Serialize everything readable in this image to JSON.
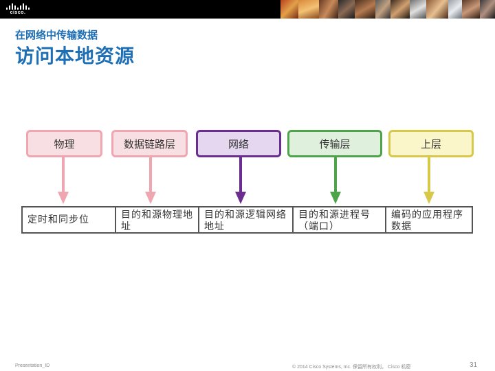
{
  "header": {
    "logo_text": "cisco.",
    "subtitle": "在网络中传输数据",
    "title": "访问本地资源"
  },
  "layers": [
    {
      "label": "物理",
      "fill": "#f8dfe3",
      "border": "#f0a6b0",
      "arrow": "#f0a6b0"
    },
    {
      "label": "数据链路层",
      "fill": "#f8dfe3",
      "border": "#f0a6b0",
      "arrow": "#f0a6b0"
    },
    {
      "label": "网络",
      "fill": "#e4d7ef",
      "border": "#6b2d8f",
      "arrow": "#6b2d8f"
    },
    {
      "label": "传输层",
      "fill": "#dff0dd",
      "border": "#4fa34a",
      "arrow": "#4fa34a"
    },
    {
      "label": "上层",
      "fill": "#fbf6c9",
      "border": "#d8c84a",
      "arrow": "#d8c84a"
    }
  ],
  "table": {
    "cells": [
      "定时和同步位",
      "目的和源物理地址",
      "目的和源逻辑网络地址",
      "目的和源进程号（端口）",
      "编码的应用程序数据"
    ]
  },
  "footer": {
    "left": "Presentation_ID",
    "copyright": "© 2014 Cisco Systems, Inc. 保留所有权利。 Cisco 机密",
    "page": "31"
  }
}
